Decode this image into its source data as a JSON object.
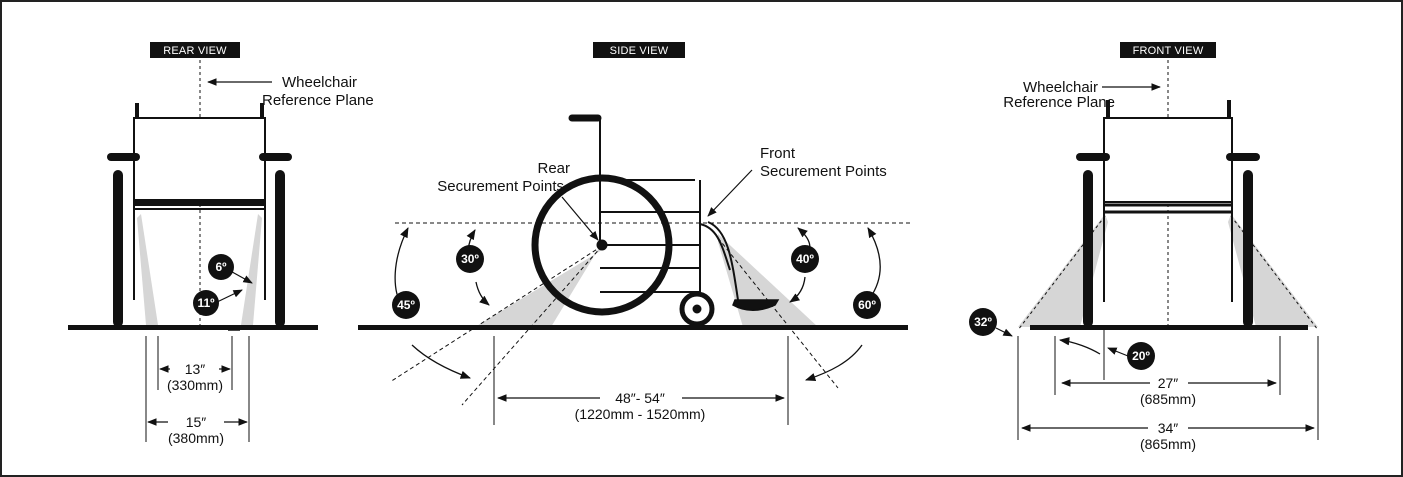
{
  "colors": {
    "ink": "#111111",
    "zone": "#d6d6d6",
    "title_bg": "#111111",
    "paper": "#ffffff"
  },
  "rear": {
    "title": "REAR VIEW",
    "ref_line1": "Wheelchair",
    "ref_line2": "Reference Plane",
    "angle_inner": "6º",
    "angle_outer": "11º",
    "dim1_value": "13″",
    "dim1_metric": "(330mm)",
    "dim2_value": "15″",
    "dim2_metric": "(380mm)"
  },
  "side": {
    "title": "SIDE VIEW",
    "rear_pts_line1": "Rear",
    "rear_pts_line2": "Securement Points",
    "front_pts_line1": "Front",
    "front_pts_line2": "Securement Points",
    "angle_a": "45º",
    "angle_b": "30º",
    "angle_c": "40º",
    "angle_d": "60º",
    "dim_value": "48″- 54″",
    "dim_metric": "(1220mm - 1520mm)"
  },
  "front": {
    "title": "FRONT VIEW",
    "ref_line1": "Wheelchair",
    "ref_line2": "Reference Plane",
    "angle_outer": "32º",
    "angle_inner": "20º",
    "dim1_value": "27″",
    "dim1_metric": "(685mm)",
    "dim2_value": "34″",
    "dim2_metric": "(865mm)"
  }
}
